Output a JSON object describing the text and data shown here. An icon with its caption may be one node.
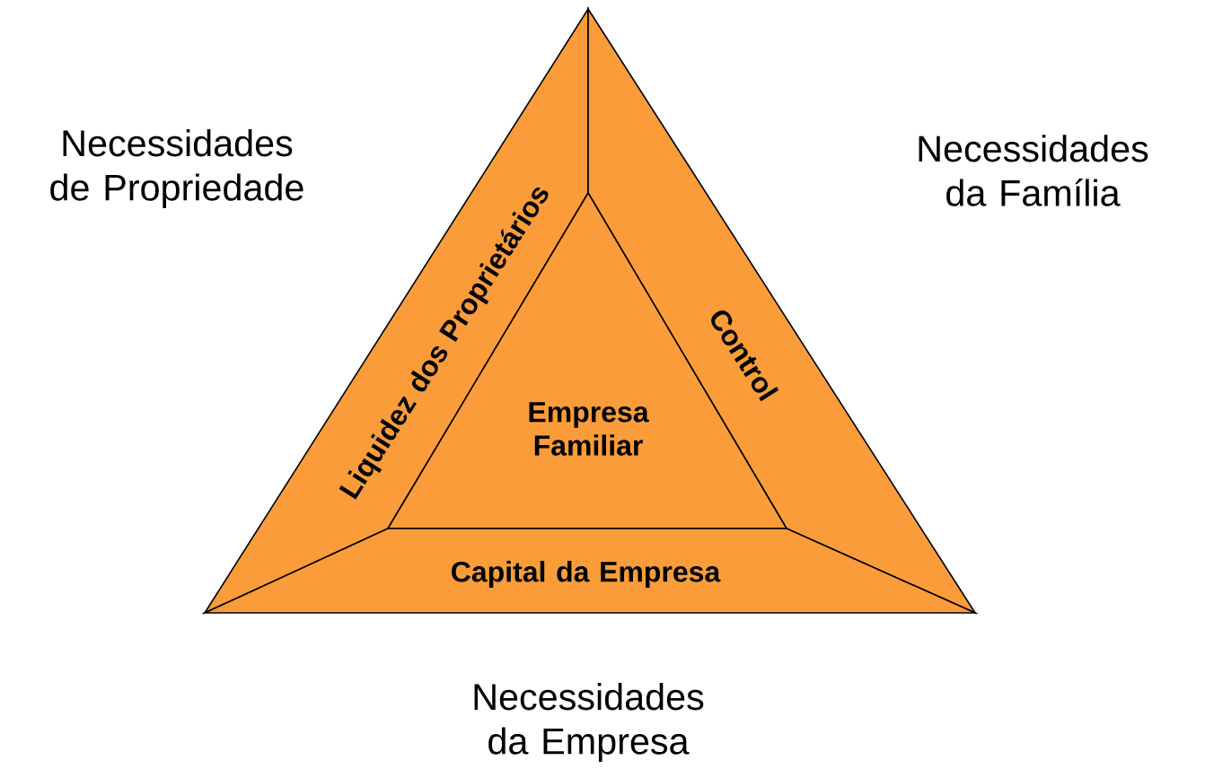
{
  "diagram": {
    "nodes": [
      {
        "text": [
          "Liquidez dos Proprietários"
        ]
      },
      {
        "text": [
          "Control"
        ]
      },
      {
        "text": [
          "Empresa Familiar"
        ]
      },
      {
        "text": [
          "Capital da Empresa"
        ]
      }
    ],
    "labels": [
      "Necessidades de Propriedade",
      "Necessidades da Família",
      "Necessidades da Empresa"
    ]
  }
}
